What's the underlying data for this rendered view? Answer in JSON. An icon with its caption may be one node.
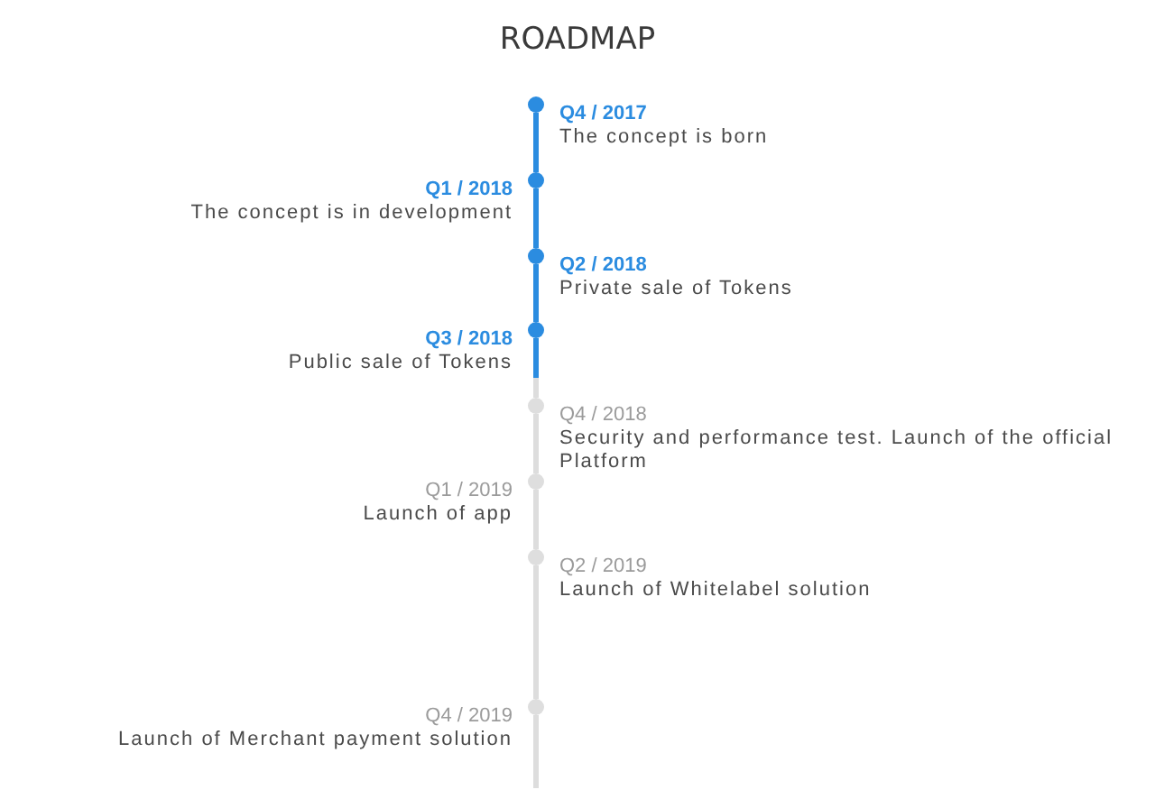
{
  "diagram": {
    "title": "ROADMAP",
    "nodes": [
      {
        "text": [],
        "shape": "circle",
        "beside": [
          "Q4 / 2017",
          "The concept is born"
        ]
      },
      {
        "text": [],
        "shape": "circle",
        "beside": [
          "Q1 / 2018",
          "The concept is in development"
        ]
      },
      {
        "text": [],
        "shape": "circle",
        "beside": [
          "Q2 / 2018",
          "Private sale of Tokens"
        ]
      },
      {
        "text": [],
        "shape": "circle",
        "beside": [
          "Q3 / 2018",
          "Public sale of Tokens"
        ]
      },
      {
        "text": [],
        "shape": "circle",
        "beside": [
          "Q4 / 2018",
          "Security and performance test. Launch of the official Platform"
        ]
      },
      {
        "text": [],
        "shape": "circle",
        "beside": [
          "Q1 / 2019",
          "Launch of app"
        ]
      },
      {
        "text": [],
        "shape": "circle",
        "beside": [
          "Q2 / 2019",
          "Launch of Whitelabel solution"
        ]
      },
      {
        "text": [],
        "shape": "circle",
        "beside": [
          "Q4 / 2019",
          "Launch of Merchant payment solution"
        ]
      }
    ],
    "edges": [
      {
        "from": 0,
        "to": 1,
        "arrow": "none",
        "color": "#2b8ce0"
      },
      {
        "from": 1,
        "to": 2,
        "arrow": "none",
        "color": "#2b8ce0"
      },
      {
        "from": 2,
        "to": 3,
        "arrow": "none",
        "color": "#2b8ce0"
      },
      {
        "from": 3,
        "to": 4,
        "arrow": "none"
      },
      {
        "from": 4,
        "to": 5,
        "arrow": "none"
      },
      {
        "from": 5,
        "to": 6,
        "arrow": "none"
      },
      {
        "from": 6,
        "to": 7,
        "arrow": "none"
      },
      {
        "from": 7,
        "to": null,
        "arrow": "none"
      }
    ]
  }
}
